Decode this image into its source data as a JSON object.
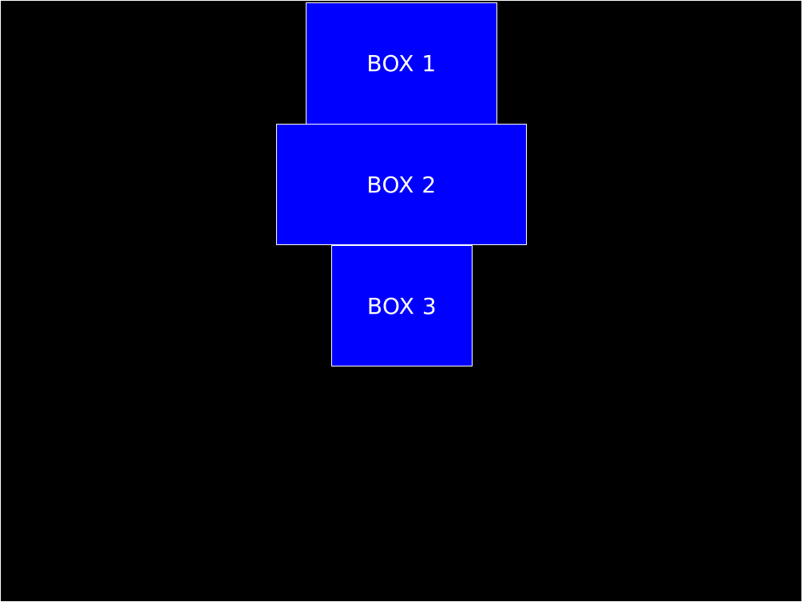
{
  "colors": {
    "background": "#000000",
    "box_fill": "#0000ff",
    "box_border": "#ffffff",
    "text": "#ffffff"
  },
  "boxes": [
    {
      "label": "BOX 1"
    },
    {
      "label": "BOX 2"
    },
    {
      "label": "BOX 3"
    }
  ]
}
